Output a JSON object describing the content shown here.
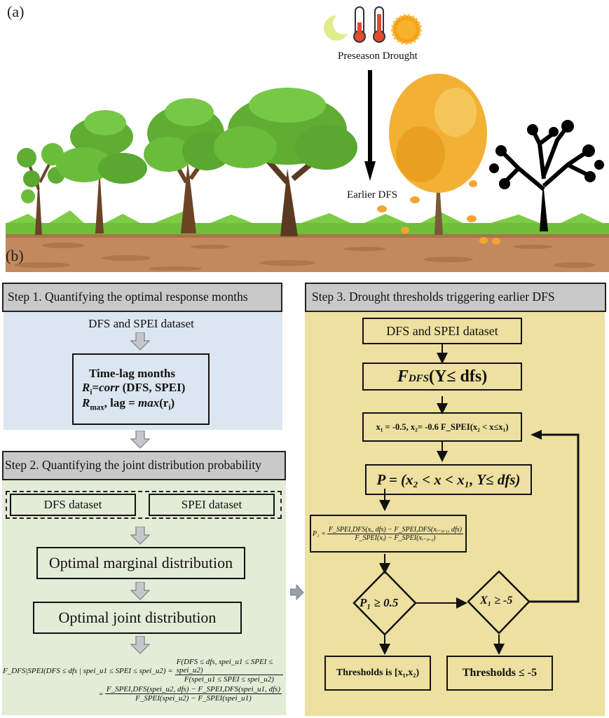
{
  "panel_labels": {
    "a": "(a)",
    "b": "(b)"
  },
  "scene": {
    "icons": [
      "moon-icon",
      "thermometer-low-icon",
      "thermometer-high-icon",
      "sun-icon"
    ],
    "preseason_label": "Preseason Drought",
    "effect_label": "Earlier DFS",
    "colors": {
      "grass": "#6fbf3a",
      "soil": "#c08a5c",
      "foliage": "#5fae33",
      "autumn": "#f2b134",
      "bare_tree": "#000000"
    }
  },
  "step1": {
    "title": "Step 1. Quantifying the optimal response months",
    "bg": "#dce6f0",
    "input": "DFS and SPEI dataset",
    "box_title": "Time-lag months",
    "line1": {
      "var": "R",
      "sub": "i",
      "eq": "=",
      "fn": "corr",
      "args": " (DFS, SPEI)"
    },
    "line2": {
      "var": "R",
      "sub": "max",
      "rest": ", lag = ",
      "fn": "max",
      "args_open": "(r",
      "args_sub": "i",
      "args_close": ")"
    }
  },
  "step2": {
    "title": "Step 2. Quantifying the joint distribution probability",
    "bg": "#e2ecd6",
    "dataset_left": "DFS dataset",
    "dataset_right": "SPEI dataset",
    "marginal": "Optimal marginal distribution",
    "joint": "Optimal joint distribution",
    "formula": {
      "lhs": "F_DFS|SPEI(DFS ≤ dfs | spei_u1 ≤ SPEI ≤ spei_u2) =",
      "frac1_num": "F(DFS ≤ dfs, spei_u1 ≤ SPEI ≤ spei_u2)",
      "frac1_den": "F(spei_u1 ≤ SPEI ≤ spei_u2)",
      "frac2_num": "F_SPEI,DFS(spei_u2, dfs) − F_SPEI,DFS(spei_u1, dfs)",
      "frac2_den": "F_SPEI(spei_u2) − F_SPEI(spei_u1)"
    }
  },
  "step3": {
    "title": "Step 3. Drought thresholds triggering earlier DFS",
    "bg": "#ede0a0",
    "input": "DFS and SPEI dataset",
    "cdf_box": {
      "F": "F",
      "sub": "DFS",
      "rest": "(Y≤ dfs)"
    },
    "init_box": "x₁ = -0.5, x₂= -0.6 F_SPEI(x₂ < x≤x₁)",
    "prob_box": "P = (x₂ < x  < x₁, Y≤ dfs)",
    "p1_formula": {
      "lhs": "P₁ =",
      "num": "F_SPEI,DFS(xᵢ, dfs) − F_SPEI,DFS(xᵢ₋₀.₁, dfs)",
      "den": "F_SPEI(xᵢ) − F_SPEI(xᵢ₋₀.₁)"
    },
    "decision1": "P₁ ≥ 0.5",
    "decision2": "X₁ ≥ -5",
    "result1": "Thresholds is [x₁,x₂)",
    "result2": "Thresholds ≤ -5"
  }
}
